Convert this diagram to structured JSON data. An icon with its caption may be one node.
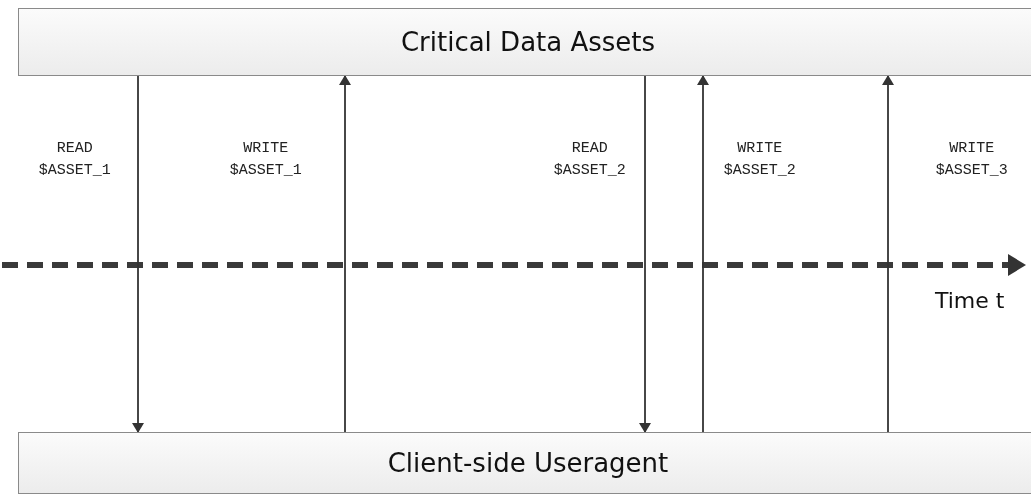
{
  "diagram": {
    "nodes": [
      {
        "text": [
          "Critical Data Assets"
        ]
      },
      {
        "text": [
          "Client-side Useragent"
        ]
      }
    ],
    "edges": [
      {
        "from": 0,
        "to": 1,
        "arrow": "to",
        "label": "READ $ASSET_1"
      },
      {
        "from": 1,
        "to": 0,
        "arrow": "to",
        "label": "WRITE $ASSET_1"
      },
      {
        "from": 0,
        "to": 1,
        "arrow": "to",
        "label": "READ $ASSET_2"
      },
      {
        "from": 1,
        "to": 0,
        "arrow": "to",
        "label": "WRITE $ASSET_2"
      },
      {
        "from": 1,
        "to": 0,
        "arrow": "to",
        "label": "WRITE $ASSET_3"
      }
    ],
    "labels": [
      "Time t"
    ]
  }
}
